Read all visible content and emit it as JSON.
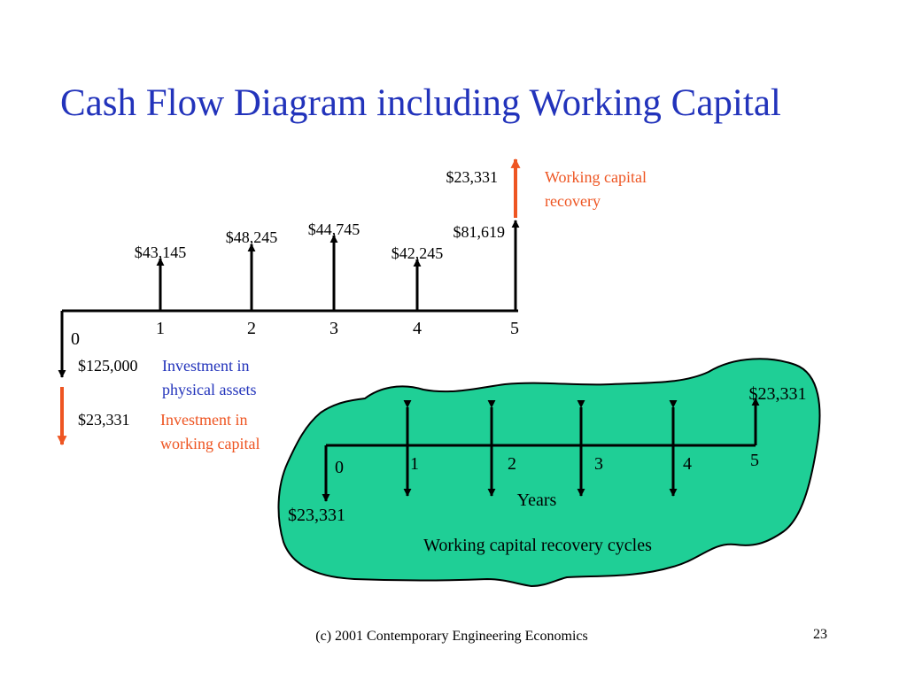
{
  "slide": {
    "title": "Cash Flow Diagram including Working Capital",
    "page_number": "23",
    "footer": "(c) 2001 Contemporary Engineering Economics"
  },
  "colors": {
    "title": "#2233bb",
    "blue_text": "#2233bb",
    "orange": "#ee5522",
    "blob_fill": "#1fcf96",
    "ink": "#000000"
  },
  "main_timeline": {
    "period_labels": [
      "0",
      "1",
      "2",
      "3",
      "4",
      "5"
    ],
    "inflows": [
      {
        "period": 1,
        "label": "$43,145"
      },
      {
        "period": 2,
        "label": "$48,245"
      },
      {
        "period": 3,
        "label": "$44,745"
      },
      {
        "period": 4,
        "label": "$42,245"
      },
      {
        "period": 5,
        "label": "$81,619"
      }
    ],
    "outflows": [
      {
        "period": 0,
        "label": "$125,000",
        "note": "Investment in physical assets"
      },
      {
        "period": 0,
        "label": "$23,331",
        "note": "Investment in working capital"
      }
    ],
    "recovery": {
      "period": 5,
      "label": "$23,331",
      "note": "Working capital recovery"
    }
  },
  "inset": {
    "period_labels": [
      "0",
      "1",
      "2",
      "3",
      "4",
      "5"
    ],
    "start_outflow": "$23,331",
    "end_inflow": "$23,331",
    "axis_label": "Years",
    "caption": "Working capital recovery cycles"
  }
}
